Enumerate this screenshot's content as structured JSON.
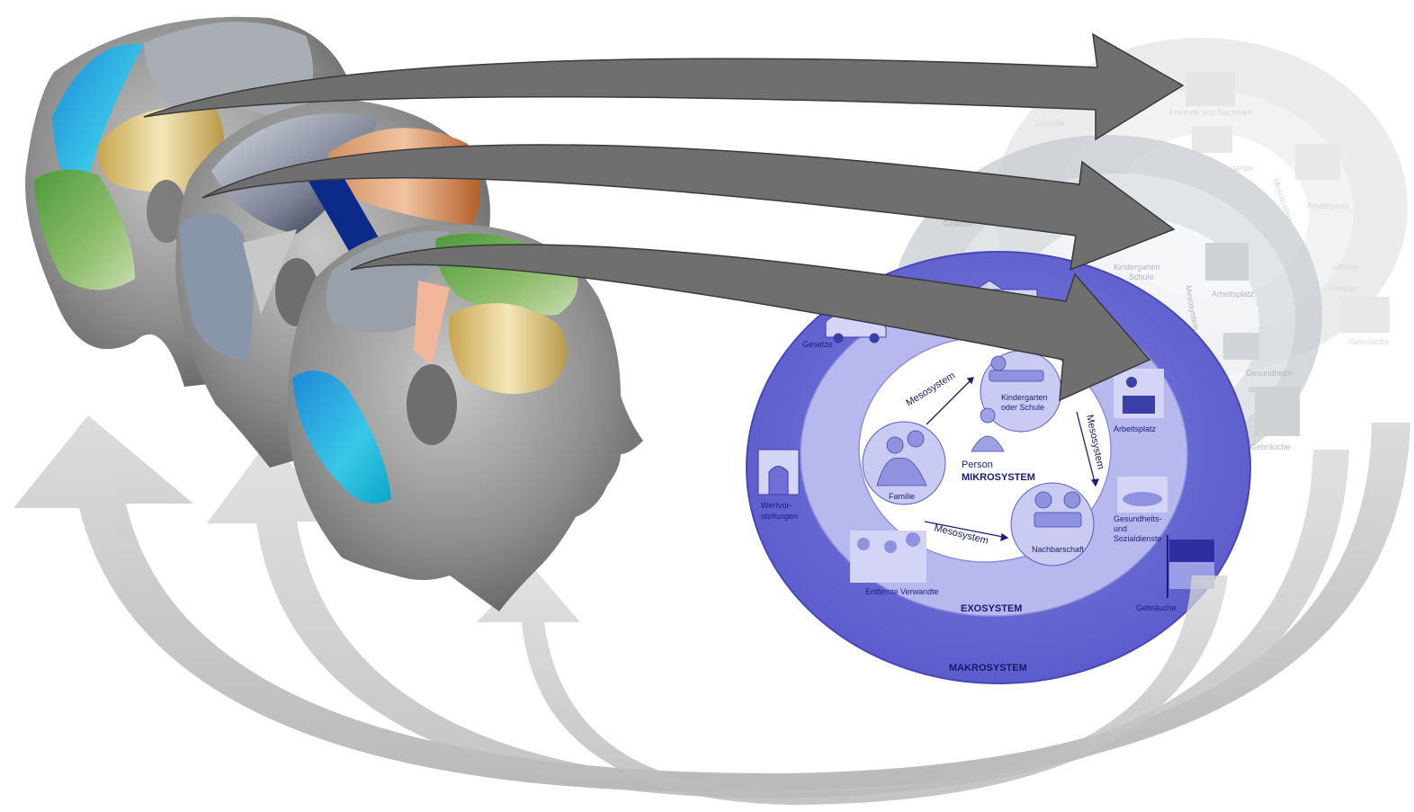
{
  "diagram": {
    "front": {
      "makrosystem": "MAKROSYSTEM",
      "exosystem": "EXOSYSTEM",
      "mikrosystem": "MIKROSYSTEM",
      "person": "Person",
      "mesosystem": "Mesosystem",
      "familie": "Familie",
      "kindergarten_line1": "Kindergarten",
      "kindergarten_line2": "oder Schule",
      "nachbarschaft": "Nachbarschaft",
      "gesetze": "Gesetze",
      "wertvorstellungen_line1": "Wertvor-",
      "wertvorstellungen_line2": "stellungen",
      "entfernte_verwandte": "Entfernte Verwandte",
      "arbeitsplatz": "Arbeitsplatz",
      "gesundheit_line1": "Gesundheits-",
      "gesundheit_line2": "und",
      "gesundheit_line3": "Sozialdienste",
      "gebraeuche": "Gebräuche"
    },
    "middle": {
      "gesetze": "Gesetze",
      "kindergarten_line1": "Kindergarten",
      "kindergarten_line2": "Schule",
      "mesosystem": "Mesosystem",
      "arbeitsplatz": "Arbeitsplatz",
      "gesundheit_line1": "Gesundheits-",
      "gesundheit_line2": "dienste",
      "gebraeuche": "Gebräuche"
    },
    "back": {
      "gesetze": "Gesetze",
      "freunde": "Freunde und Nachbarn",
      "garten": "garten",
      "mesosystem": "Mesosystem",
      "arbeitsplatz": "Arbeitsplatz",
      "gesundheit_line1": "ndheits-",
      "gesundheit_line2": "dienste",
      "gebraeuche": "Gebräuche"
    }
  },
  "colors": {
    "outer_ring": "#6f6fd6",
    "middle_ring": "#a3a7e6",
    "inner_disc": "#ffffff",
    "arrow_dark": "#6e6e6e",
    "arrow_light": "#c4c4c4"
  }
}
